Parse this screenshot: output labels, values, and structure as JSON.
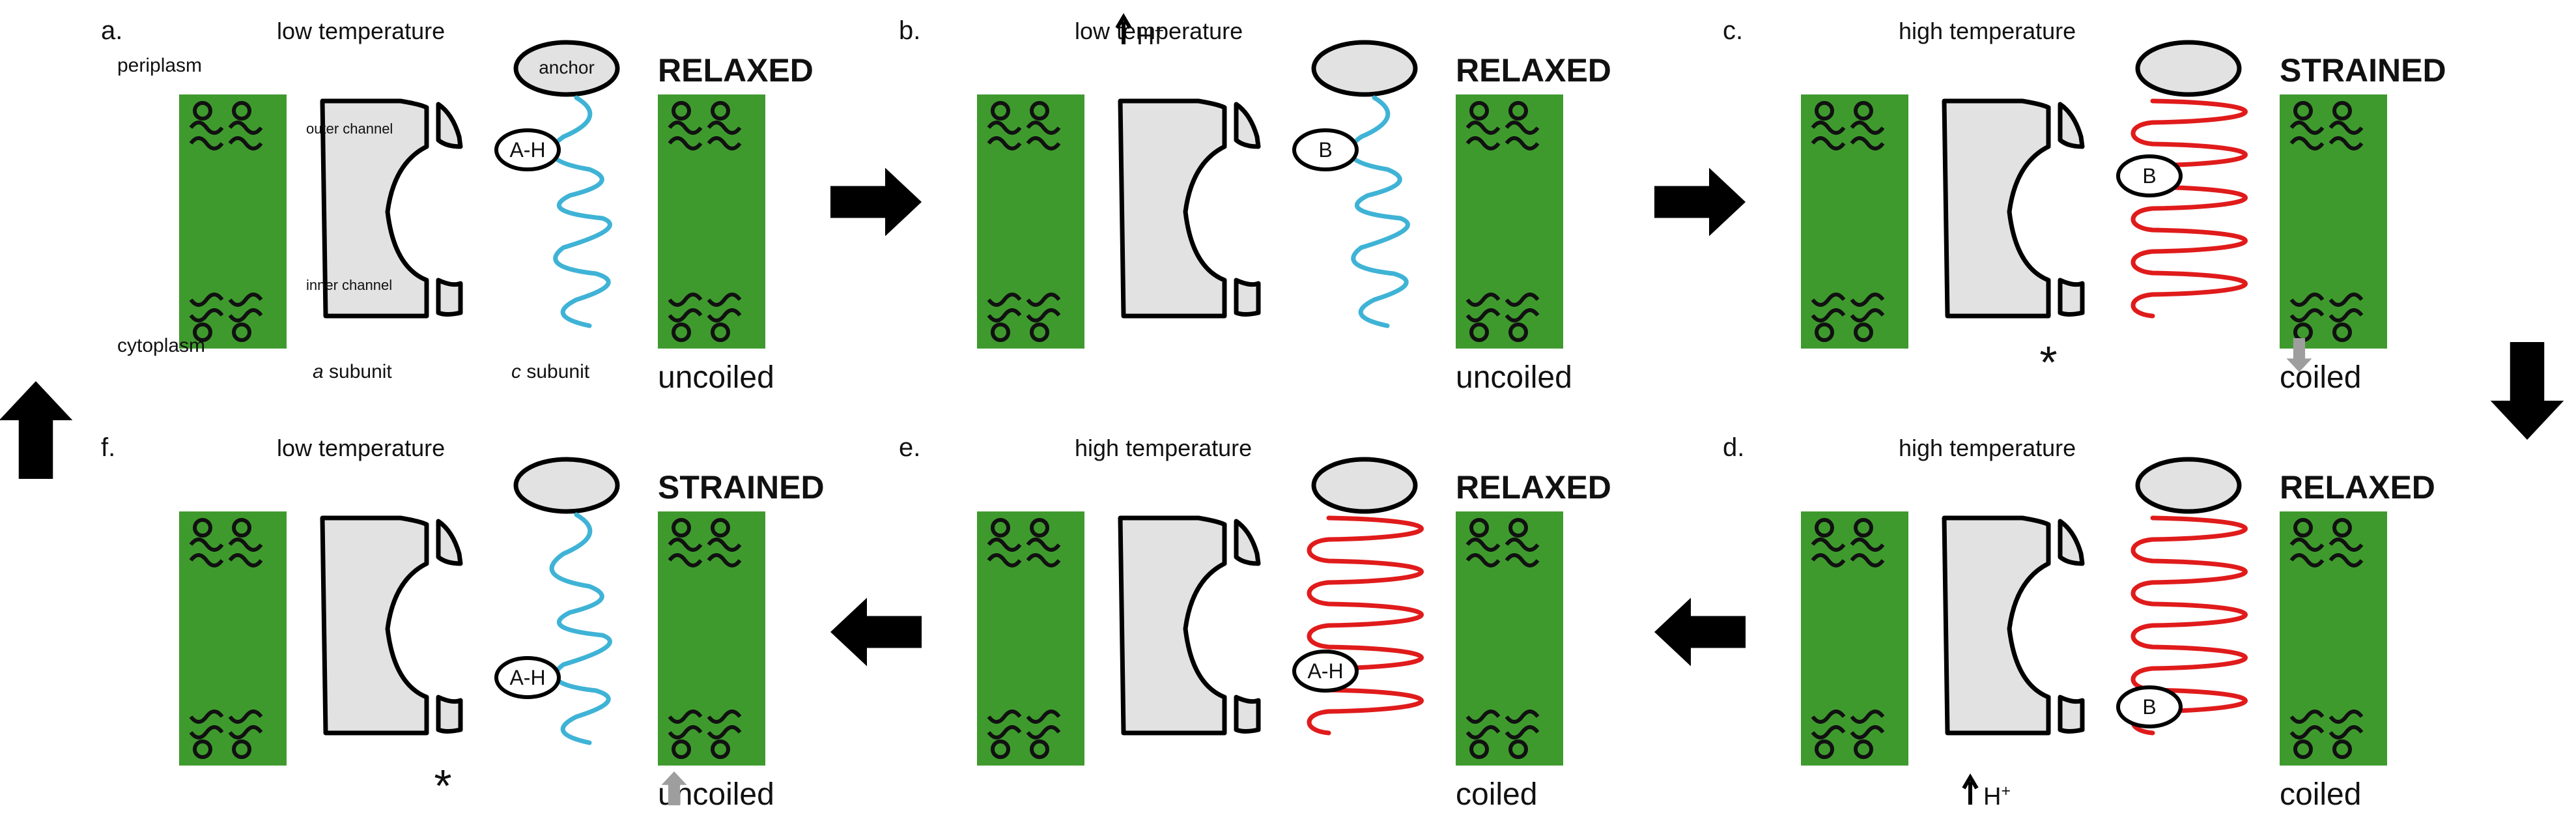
{
  "colors": {
    "membrane": "#3f9a2e",
    "lipid_stroke": "#111111",
    "subunit_fill": "#e2e2e2",
    "relaxed_c": "#3fb3d6",
    "strained_c": "#e01b1b",
    "gray_arrow": "#9e9e9e",
    "black_arrow": "#000000"
  },
  "icons": [
    "right-arrow-icon",
    "down-arrow-icon",
    "left-arrow-icon",
    "up-arrow-icon",
    "gray-down-arrow-icon",
    "gray-up-arrow-icon",
    "proton-up-arrow-icon",
    "asterisk-icon"
  ],
  "labels": {
    "periplasm": "periplasm",
    "cytoplasm": "cytoplasm",
    "outer_channel": "outer channel",
    "inner_channel": "inner channel",
    "a_subunit_italic": "a",
    "a_subunit_rest": " subunit",
    "c_subunit_italic": "c",
    "c_subunit_rest": " subunit",
    "anchor": "anchor",
    "proton": "H",
    "proton_charge": "+",
    "asterisk": "*"
  },
  "panels": {
    "a": {
      "letter": "a.",
      "temperature": "low temperature",
      "state": "RELAXED",
      "coil": "uncoiled",
      "site": "A-H"
    },
    "b": {
      "letter": "b.",
      "temperature": "low temperature",
      "state": "RELAXED",
      "coil": "uncoiled",
      "site": "B"
    },
    "c": {
      "letter": "c.",
      "temperature": "high temperature",
      "state": "STRAINED",
      "coil": "coiled",
      "site": "B"
    },
    "d": {
      "letter": "d.",
      "temperature": "high temperature",
      "state": "RELAXED",
      "coil": "coiled",
      "site": "B"
    },
    "e": {
      "letter": "e.",
      "temperature": "high temperature",
      "state": "RELAXED",
      "coil": "coiled",
      "site": "A-H"
    },
    "f": {
      "letter": "f.",
      "temperature": "low temperature",
      "state": "STRAINED",
      "coil": "uncoiled",
      "site": "A-H"
    }
  }
}
